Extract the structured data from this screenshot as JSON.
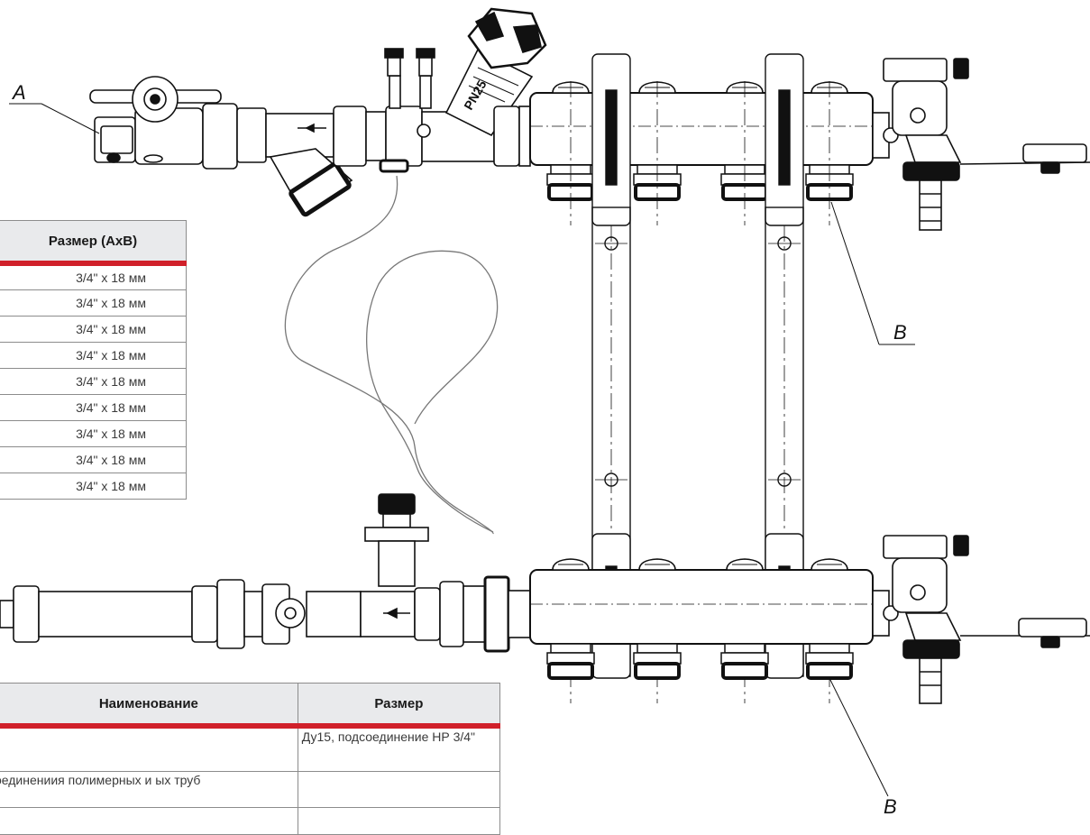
{
  "callouts": {
    "a": "A",
    "b_top": "B",
    "b_bottom": "B"
  },
  "valve_label": "PN25",
  "size_table": {
    "header": "Размер (AxB)",
    "rows": [
      "3/4\" x 18 мм",
      "3/4\" x 18 мм",
      "3/4\" x 18 мм",
      "3/4\" x 18 мм",
      "3/4\" x 18 мм",
      "3/4\" x 18 мм",
      "3/4\" x 18 мм",
      "3/4\" x 18 мм",
      "3/4\" x 18 мм"
    ]
  },
  "parts_table": {
    "headers": {
      "name": "Наименование",
      "size": "Размер"
    },
    "rows": [
      {
        "name": "",
        "size": "Ду15, подсоединение НР 3/4\""
      },
      {
        "name": "оединениия полимерных и ых труб",
        "size": ""
      },
      {
        "name": "",
        "size": ""
      }
    ]
  },
  "colors": {
    "accent": "#d0202a",
    "header_bg": "#e9eaec",
    "line": "#1a1a1a"
  }
}
